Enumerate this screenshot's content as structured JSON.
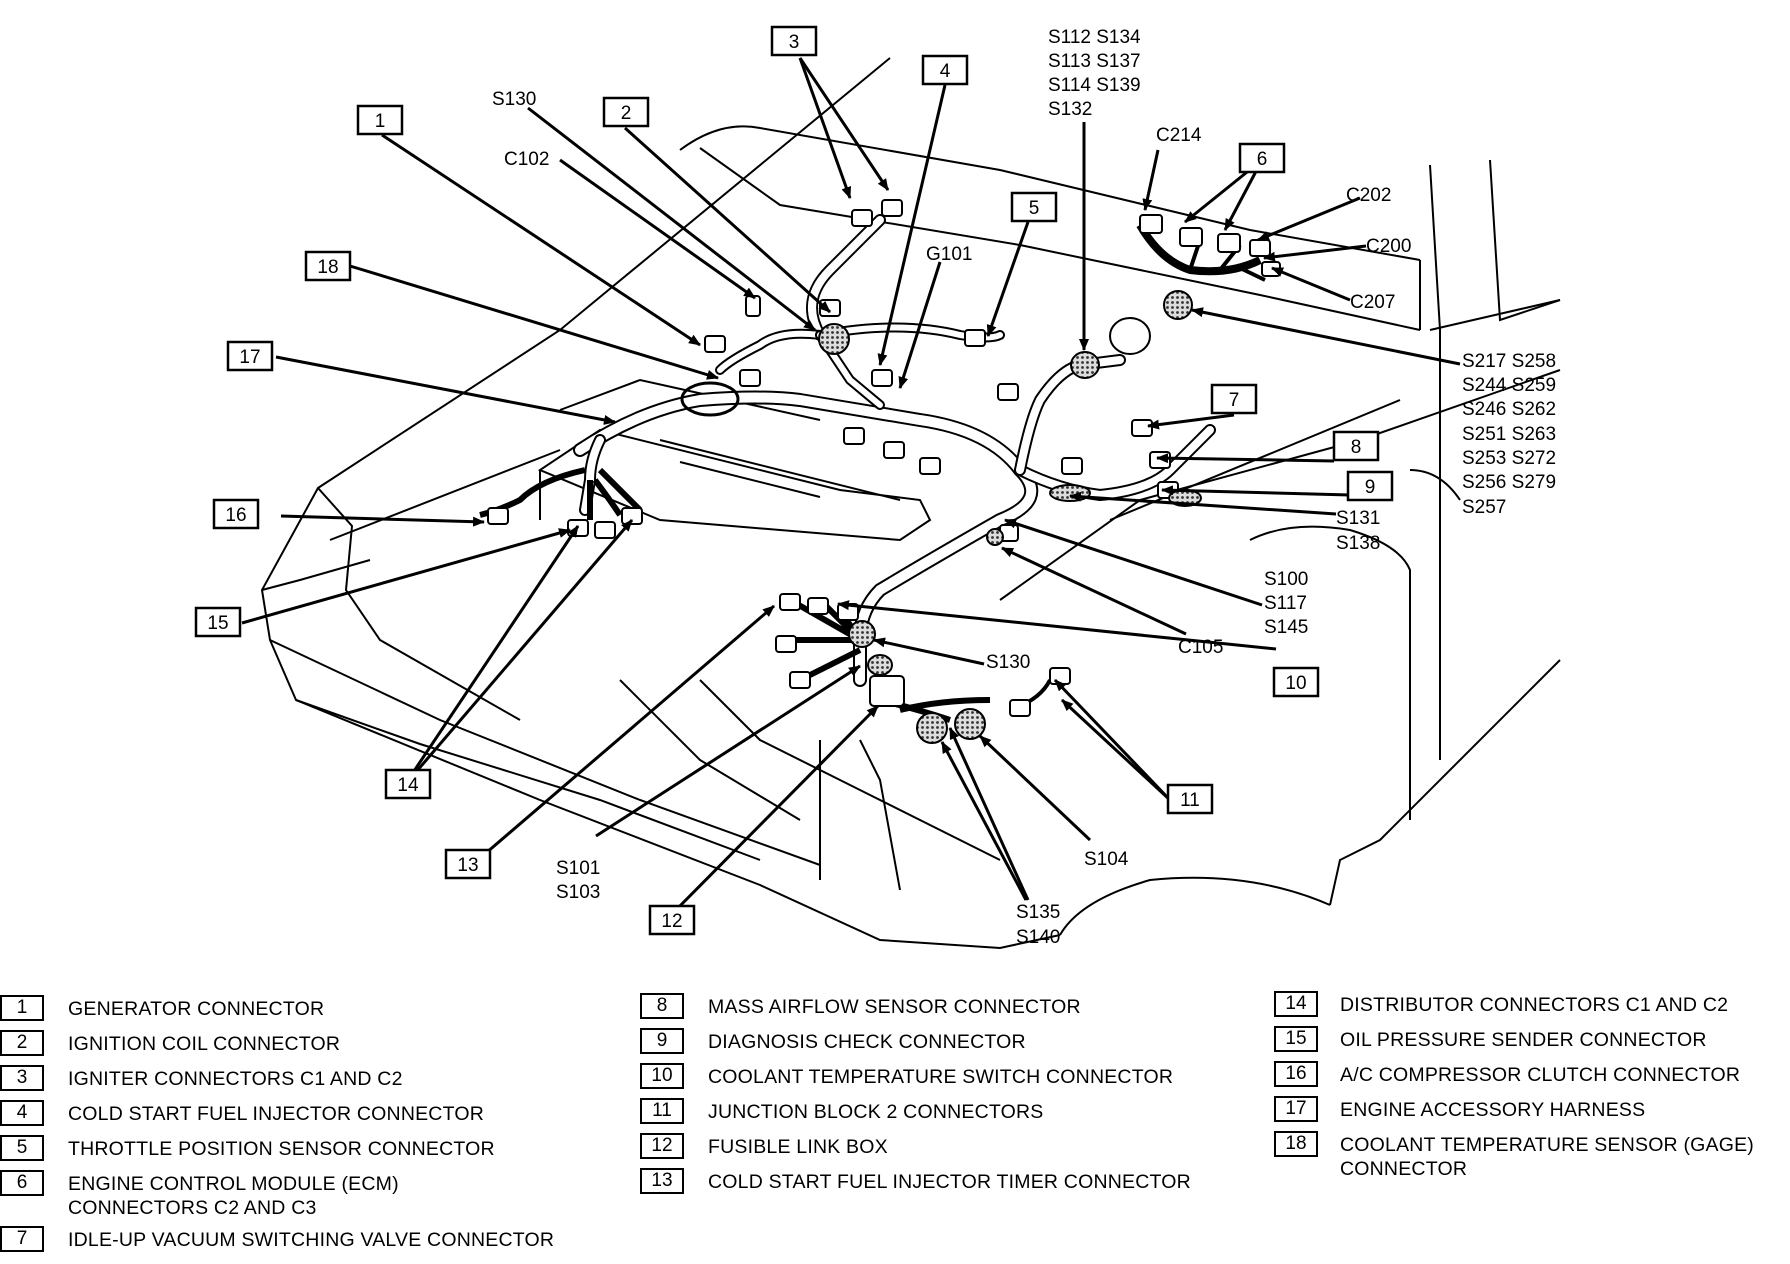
{
  "callouts": [
    {
      "n": "1"
    },
    {
      "n": "2"
    },
    {
      "n": "3"
    },
    {
      "n": "4"
    },
    {
      "n": "5"
    },
    {
      "n": "6"
    },
    {
      "n": "7"
    },
    {
      "n": "8"
    },
    {
      "n": "9"
    },
    {
      "n": "10"
    },
    {
      "n": "11"
    },
    {
      "n": "12"
    },
    {
      "n": "13"
    },
    {
      "n": "14"
    },
    {
      "n": "15"
    },
    {
      "n": "16"
    },
    {
      "n": "17"
    },
    {
      "n": "18"
    }
  ],
  "labels": {
    "s130_top": "S130",
    "c102": "C102",
    "g101": "G101",
    "splice_top_1": "S112  S134",
    "splice_top_2": "S113  S137",
    "splice_top_3": "S114  S139",
    "splice_top_4": "S132",
    "c214": "C214",
    "c202": "C202",
    "c200": "C200",
    "c207": "C207",
    "splice_right_1": "S217  S258",
    "splice_right_2": "S244  S259",
    "splice_right_3": "S246  S262",
    "splice_right_4": "S251  S263",
    "splice_right_5": "S253  S272",
    "splice_right_6": "S256  S279",
    "splice_right_7": "S257",
    "s131": "S131",
    "s138": "S138",
    "s100": "S100",
    "s117": "S117",
    "s145": "S145",
    "c105": "C105",
    "s130_mid": "S130",
    "s101": "S101",
    "s103": "S103",
    "s104": "S104",
    "s135": "S135",
    "s140": "S140"
  },
  "legend": {
    "col1": [
      {
        "num": "1",
        "text": "GENERATOR CONNECTOR"
      },
      {
        "num": "2",
        "text": "IGNITION COIL CONNECTOR"
      },
      {
        "num": "3",
        "text": "IGNITER CONNECTORS C1 AND C2"
      },
      {
        "num": "4",
        "text": "COLD START FUEL INJECTOR CONNECTOR"
      },
      {
        "num": "5",
        "text": "THROTTLE POSITION SENSOR CONNECTOR"
      },
      {
        "num": "6",
        "text": "ENGINE CONTROL MODULE (ECM)",
        "text2": "CONNECTORS C2 AND C3"
      },
      {
        "num": "7",
        "text": "IDLE-UP VACUUM SWITCHING VALVE CONNECTOR"
      }
    ],
    "col2": [
      {
        "num": "8",
        "text": "MASS AIRFLOW SENSOR CONNECTOR"
      },
      {
        "num": "9",
        "text": "DIAGNOSIS CHECK CONNECTOR"
      },
      {
        "num": "10",
        "text": "COOLANT TEMPERATURE SWITCH CONNECTOR"
      },
      {
        "num": "11",
        "text": "JUNCTION BLOCK 2 CONNECTORS"
      },
      {
        "num": "12",
        "text": "FUSIBLE LINK BOX"
      },
      {
        "num": "13",
        "text": "COLD START FUEL INJECTOR TIMER  CONNECTOR"
      }
    ],
    "col3": [
      {
        "num": "14",
        "text": "DISTRIBUTOR CONNECTORS C1 AND C2"
      },
      {
        "num": "15",
        "text": "OIL PRESSURE SENDER CONNECTOR"
      },
      {
        "num": "16",
        "text": "A/C COMPRESSOR CLUTCH CONNECTOR"
      },
      {
        "num": "17",
        "text": "ENGINE ACCESSORY HARNESS"
      },
      {
        "num": "18",
        "text": "COOLANT TEMPERATURE SENSOR (GAGE)",
        "text2": "CONNECTOR"
      }
    ]
  }
}
